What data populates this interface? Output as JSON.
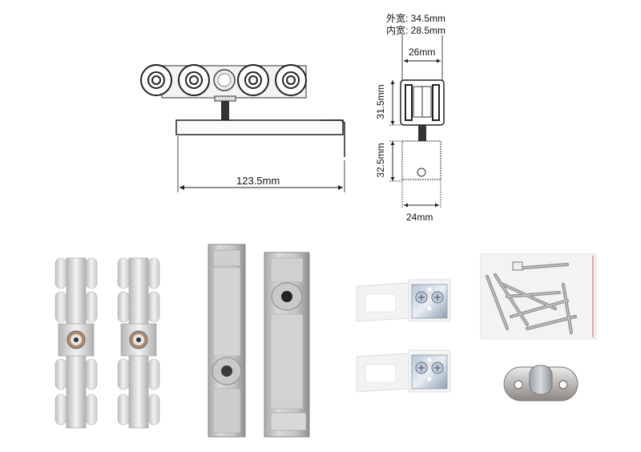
{
  "drawing_side": {
    "length_label": "123.5mm",
    "wheels": 4
  },
  "drawing_end": {
    "outer_width_label": "外宽: 34.5mm",
    "inner_width_label": "内宽: 28.5mm",
    "top_width_label": "26mm",
    "upper_height_label": "31.5mm",
    "lower_height_label": "32.5mm",
    "bottom_width_label": "24mm"
  },
  "photos": [
    {
      "name": "roller-trolley-pair",
      "description": "Two four-pair nylon wheel roller trolleys with center mounting plate"
    },
    {
      "name": "aluminum-door-brackets",
      "description": "Two brushed aluminum top door channel brackets"
    },
    {
      "name": "track-clamps",
      "description": "Two white plastic track clamps with zinc screw plates"
    },
    {
      "name": "screw-bag",
      "description": "Plastic bag of assorted mounting screws and bolts"
    },
    {
      "name": "floor-guide",
      "description": "Oval nickel floor guide with center stud"
    }
  ],
  "colors": {
    "background": "#ffffff",
    "line": "#222222",
    "wheel": "#e6e6e6",
    "metal": "#c8c8c8",
    "metal_dark": "#9a9a9a",
    "plastic": "#f2f2f2"
  }
}
